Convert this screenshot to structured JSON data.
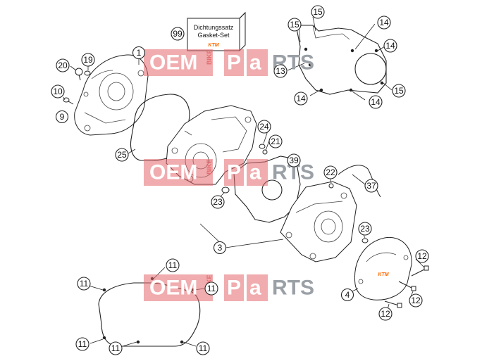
{
  "kit": {
    "line1": "Dichtungssatz",
    "line2": "Gasket-Set",
    "brand": "KTM"
  },
  "watermark": {
    "oem": "OEM",
    "bike": "BIKE",
    "p": "P",
    "a": "a",
    "rts": "RTS"
  },
  "callouts": {
    "c1": "1",
    "c3": "3",
    "c4": "4",
    "c9": "9",
    "c10": "10",
    "c11a": "11",
    "c11b": "11",
    "c11c": "11",
    "c11d": "11",
    "c11e": "11",
    "c11f": "11",
    "c12a": "12",
    "c12b": "12",
    "c12c": "12",
    "c13": "13",
    "c14a": "14",
    "c14b": "14",
    "c14c": "14",
    "c14d": "14",
    "c15a": "15",
    "c15b": "15",
    "c15c": "15",
    "c19": "19",
    "c20": "20",
    "c21": "21",
    "c22": "22",
    "c23a": "23",
    "c23b": "23",
    "c24": "24",
    "c25": "25",
    "c37": "37",
    "c39": "39",
    "c99": "99"
  }
}
